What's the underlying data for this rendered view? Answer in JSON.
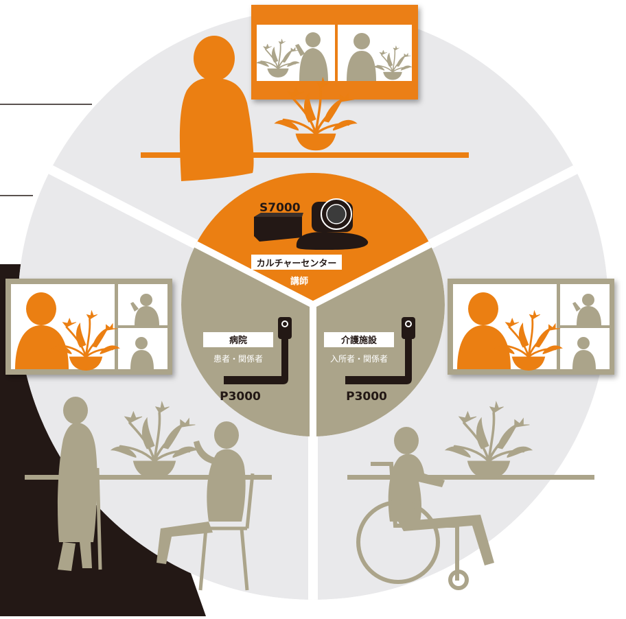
{
  "colors": {
    "orange": "#EB7F12",
    "olive": "#ABA48A",
    "outer_gray": "#E9E9EB",
    "divider": "#FFFFFF",
    "dark": "#231815",
    "label_bg": "#FFFFFF",
    "label_text": "#231815",
    "plant_dark": "#5B5239"
  },
  "center": {
    "top": {
      "model": "S7000",
      "location": "カルチャーセンター",
      "role": "講師"
    },
    "left": {
      "location": "病院",
      "role": "患者・関係者",
      "model": "P3000"
    },
    "right": {
      "location": "介護施設",
      "role": "入所者・関係者",
      "model": "P3000"
    }
  },
  "icons": [
    "s7000-camera-unit-icon",
    "p3000-camera-stand-icon",
    "lily-plant-icon",
    "wheelchair-icon",
    "cane-icon",
    "chair-icon"
  ]
}
